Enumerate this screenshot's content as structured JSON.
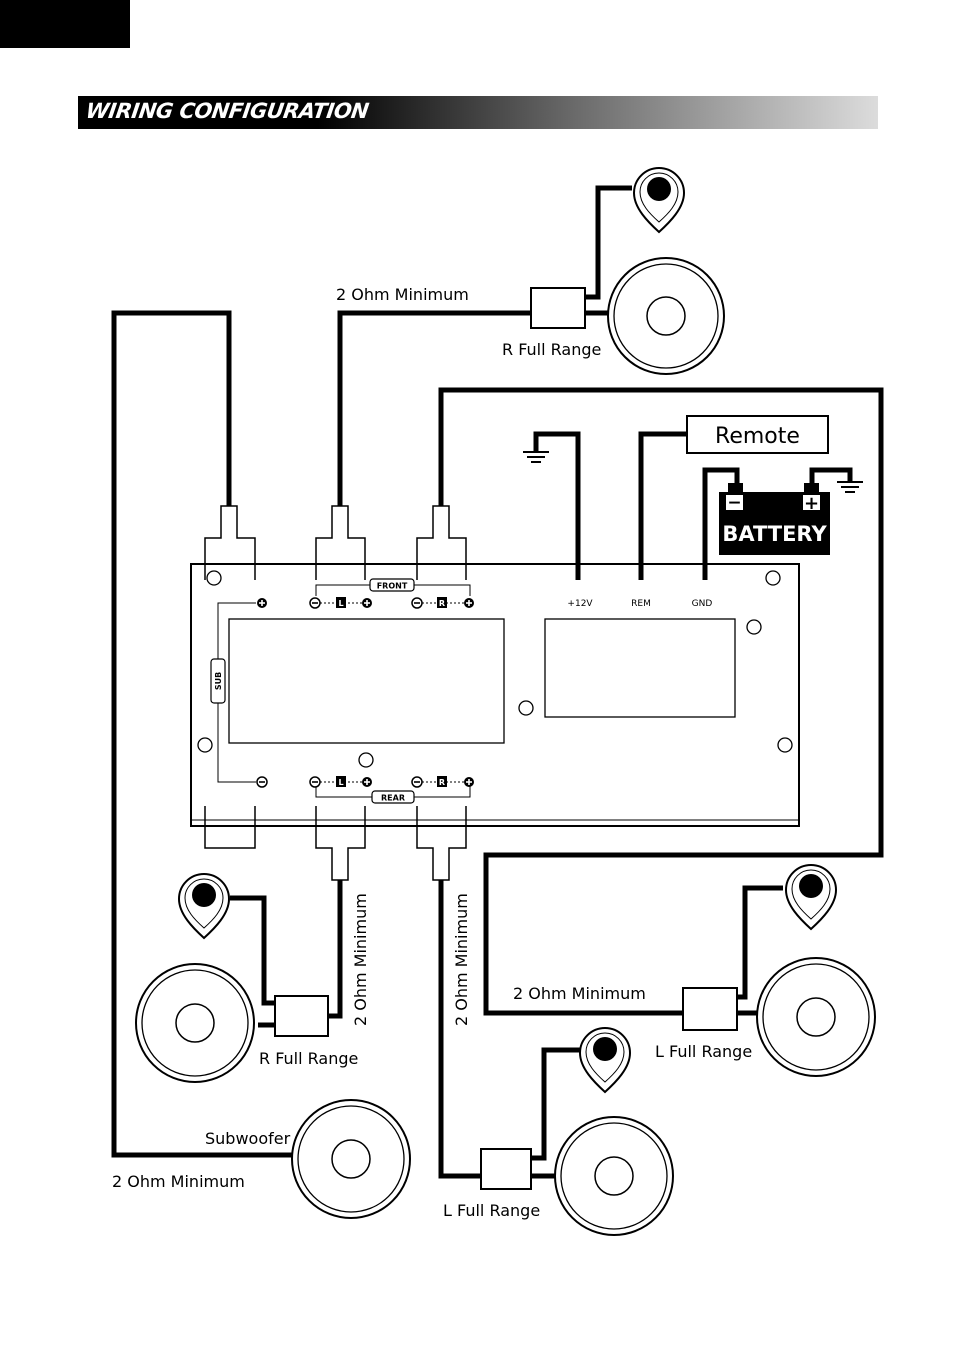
{
  "header": {
    "title": "WIRING CONFIGURATION"
  },
  "labels": {
    "front_top_ohm": "2 Ohm Minimum",
    "front_top_speaker": "R Full Range",
    "rear_r_ohm": "2 Ohm Minimum",
    "rear_l_ohm": "2 Ohm Minimum",
    "front_l_ohm": "2 Ohm Minimum",
    "rear_r_speaker": "R Full Range",
    "front_l_speaker": "L Full Range",
    "rear_l_speaker": "L Full Range",
    "sub_speaker": "Subwoofer",
    "sub_ohm": "2 Ohm Minimum"
  },
  "amplifier": {
    "front_group": "FRONT",
    "rear_group": "REAR",
    "sub_group": "SUB",
    "channel_left": "L",
    "channel_right": "R",
    "power_terminals": [
      "+12V",
      "REM",
      "GND"
    ]
  },
  "remote_label": "Remote",
  "battery": {
    "label": "BATTERY",
    "neg_symbol": "−",
    "pos_symbol": "+"
  },
  "icons": [
    "ground-icon",
    "battery-icon",
    "tweeter-icon",
    "woofer-icon",
    "crossover-box"
  ]
}
